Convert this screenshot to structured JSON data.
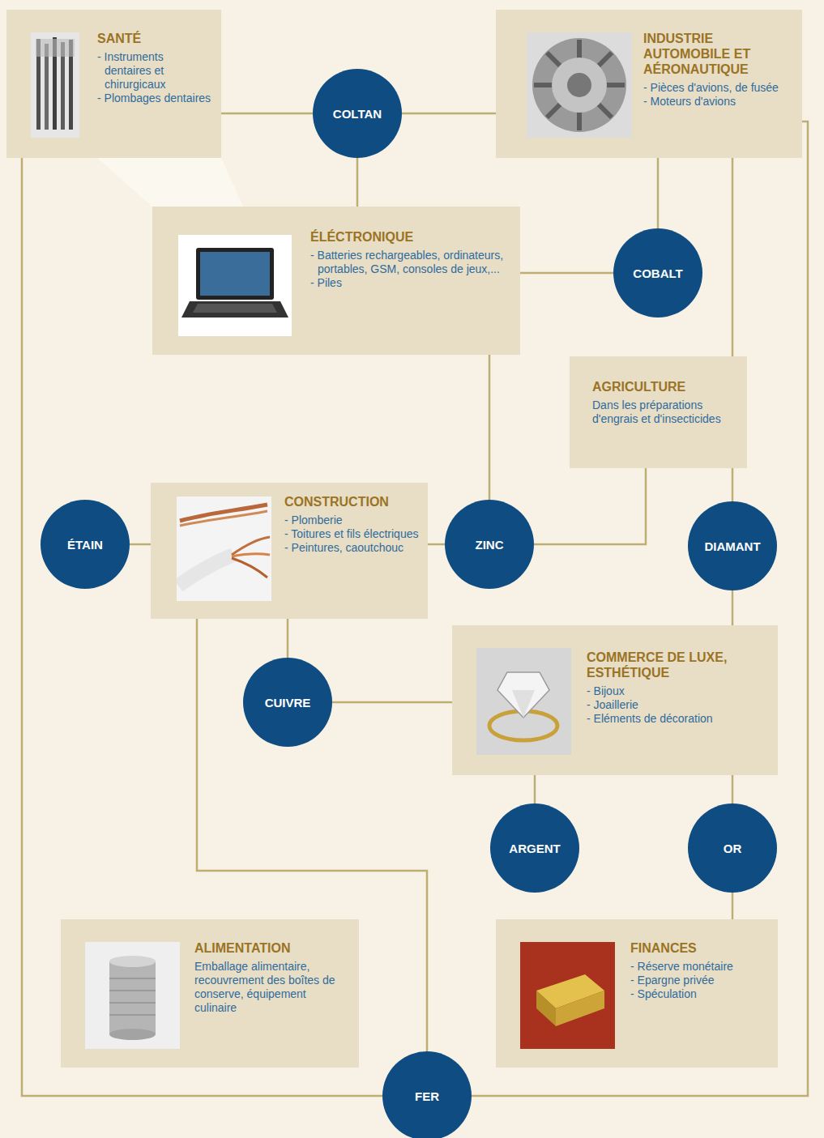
{
  "diagram": {
    "nodes": [
      {
        "text": [
          "SANTÉ",
          "- Instruments dentaires et chirurgicaux",
          "- Plombages dentaires"
        ]
      },
      {
        "text": [
          "COLTAN"
        ]
      },
      {
        "text": [
          "INDUSTRIE AUTOMOBILE ET AÉRONAUTIQUE",
          "- Pièces d'avions, de fusée",
          "- Moteurs d'avions"
        ]
      },
      {
        "text": [
          "ÉLÉCTRONIQUE",
          "- Batteries rechargeables, ordinateurs, portables, GSM, consoles de jeux,...",
          "- Piles"
        ]
      },
      {
        "text": [
          "COBALT"
        ]
      },
      {
        "text": [
          "AGRICULTURE",
          "Dans les préparations d'engrais et d'insecticides"
        ]
      },
      {
        "text": [
          "ÉTAIN"
        ]
      },
      {
        "text": [
          "CONSTRUCTION",
          "- Plomberie",
          "- Toitures et fils électriques",
          "- Peintures, caoutchouc"
        ]
      },
      {
        "text": [
          "ZINC"
        ]
      },
      {
        "text": [
          "DIAMANT"
        ]
      },
      {
        "text": [
          "CUIVRE"
        ]
      },
      {
        "text": [
          "COMMERCE DE LUXE, ESTHÉTIQUE",
          "- Bijoux",
          "- Joaillerie",
          "- Eléments de décoration"
        ]
      },
      {
        "text": [
          "ARGENT"
        ]
      },
      {
        "text": [
          "OR"
        ]
      },
      {
        "text": [
          "ALIMENTATION",
          "Emballage alimentaire, recouvrement des boîtes de conserve, équipement culinaire"
        ]
      },
      {
        "text": [
          "FINANCES",
          "- Réserve monétaire",
          "- Epargne privée",
          "- Spéculation"
        ]
      },
      {
        "text": [
          "FER"
        ]
      }
    ],
    "edges": [
      {
        "from": 0,
        "to": 1,
        "arrow": "none"
      },
      {
        "from": 1,
        "to": 2,
        "arrow": "none"
      },
      {
        "from": 1,
        "to": 3,
        "arrow": "none"
      },
      {
        "from": 3,
        "to": 4,
        "arrow": "none"
      },
      {
        "from": 4,
        "to": 2,
        "arrow": "none"
      },
      {
        "from": 3,
        "to": 8,
        "arrow": "none"
      },
      {
        "from": 5,
        "to": 8,
        "arrow": "none"
      },
      {
        "from": 6,
        "to": 7,
        "arrow": "none"
      },
      {
        "from": 7,
        "to": 8,
        "arrow": "none"
      },
      {
        "from": 2,
        "to": 9,
        "arrow": "none"
      },
      {
        "from": 9,
        "to": 11,
        "arrow": "none"
      },
      {
        "from": 7,
        "to": 10,
        "arrow": "none"
      },
      {
        "from": 10,
        "to": 11,
        "arrow": "none"
      },
      {
        "from": 11,
        "to": 12,
        "arrow": "none"
      },
      {
        "from": 11,
        "to": 13,
        "arrow": "none"
      },
      {
        "from": 13,
        "to": 15,
        "arrow": "none"
      },
      {
        "from": 7,
        "to": 16,
        "arrow": "none"
      },
      {
        "from": 0,
        "to": 16,
        "arrow": "none"
      },
      {
        "from": 2,
        "to": 16,
        "arrow": "none"
      }
    ]
  }
}
